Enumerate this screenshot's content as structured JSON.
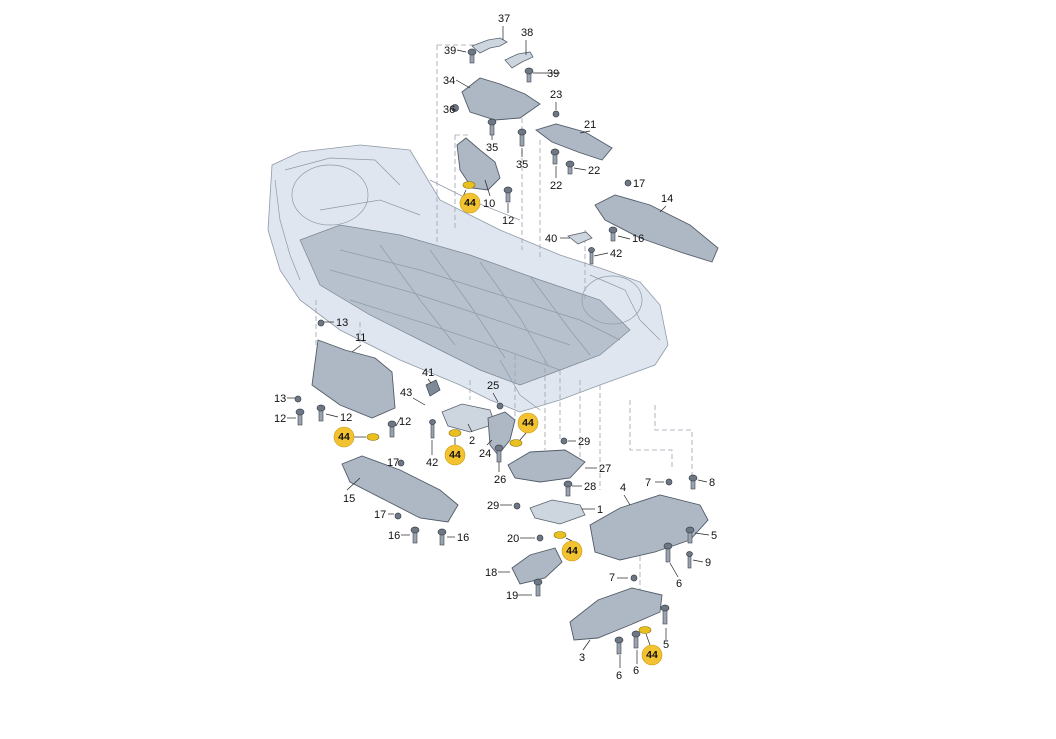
{
  "labels": [
    {
      "id": "l37",
      "text": "37"
    },
    {
      "id": "l38",
      "text": "38"
    },
    {
      "id": "l39a",
      "text": "39"
    },
    {
      "id": "l39b",
      "text": "39"
    },
    {
      "id": "l34",
      "text": "34"
    },
    {
      "id": "l23",
      "text": "23"
    },
    {
      "id": "l36",
      "text": "36"
    },
    {
      "id": "l21",
      "text": "21"
    },
    {
      "id": "l35a",
      "text": "35"
    },
    {
      "id": "l35b",
      "text": "35"
    },
    {
      "id": "l22a",
      "text": "22"
    },
    {
      "id": "l22b",
      "text": "22"
    },
    {
      "id": "l17a",
      "text": "17"
    },
    {
      "id": "l14",
      "text": "14"
    },
    {
      "id": "l10",
      "text": "10"
    },
    {
      "id": "l12a",
      "text": "12"
    },
    {
      "id": "l16a",
      "text": "16"
    },
    {
      "id": "l40",
      "text": "40"
    },
    {
      "id": "l42a",
      "text": "42"
    },
    {
      "id": "l13a",
      "text": "13"
    },
    {
      "id": "l11",
      "text": "11"
    },
    {
      "id": "l41",
      "text": "41"
    },
    {
      "id": "l43",
      "text": "43"
    },
    {
      "id": "l25",
      "text": "25"
    },
    {
      "id": "l13b",
      "text": "13"
    },
    {
      "id": "l12b",
      "text": "12"
    },
    {
      "id": "l12c",
      "text": "12"
    },
    {
      "id": "l12d",
      "text": "12"
    },
    {
      "id": "l2",
      "text": "2"
    },
    {
      "id": "l29a",
      "text": "29"
    },
    {
      "id": "l24",
      "text": "24"
    },
    {
      "id": "l42b",
      "text": "42"
    },
    {
      "id": "l17b",
      "text": "17"
    },
    {
      "id": "l27",
      "text": "27"
    },
    {
      "id": "l26",
      "text": "26"
    },
    {
      "id": "l15",
      "text": "15"
    },
    {
      "id": "l7a",
      "text": "7"
    },
    {
      "id": "l8",
      "text": "8"
    },
    {
      "id": "l4",
      "text": "4"
    },
    {
      "id": "l28",
      "text": "28"
    },
    {
      "id": "l29b",
      "text": "29"
    },
    {
      "id": "l1",
      "text": "1"
    },
    {
      "id": "l17c",
      "text": "17"
    },
    {
      "id": "l16b",
      "text": "16"
    },
    {
      "id": "l16c",
      "text": "16"
    },
    {
      "id": "l20",
      "text": "20"
    },
    {
      "id": "l5a",
      "text": "5"
    },
    {
      "id": "l9",
      "text": "9"
    },
    {
      "id": "l18",
      "text": "18"
    },
    {
      "id": "l7b",
      "text": "7"
    },
    {
      "id": "l6a",
      "text": "6"
    },
    {
      "id": "l19",
      "text": "19"
    },
    {
      "id": "l5b",
      "text": "5"
    },
    {
      "id": "l3",
      "text": "3"
    },
    {
      "id": "l6b",
      "text": "6"
    },
    {
      "id": "l6c",
      "text": "6"
    }
  ],
  "badges": [
    {
      "id": "b1",
      "text": "44"
    },
    {
      "id": "b2",
      "text": "44"
    },
    {
      "id": "b3",
      "text": "44"
    },
    {
      "id": "b4",
      "text": "44"
    },
    {
      "id": "b5",
      "text": "44"
    },
    {
      "id": "b6",
      "text": "44"
    }
  ],
  "colors": {
    "badge_fill": "#f2c230",
    "part_fill": "#aeb8c4",
    "body_fill": "#dfe6ef"
  }
}
